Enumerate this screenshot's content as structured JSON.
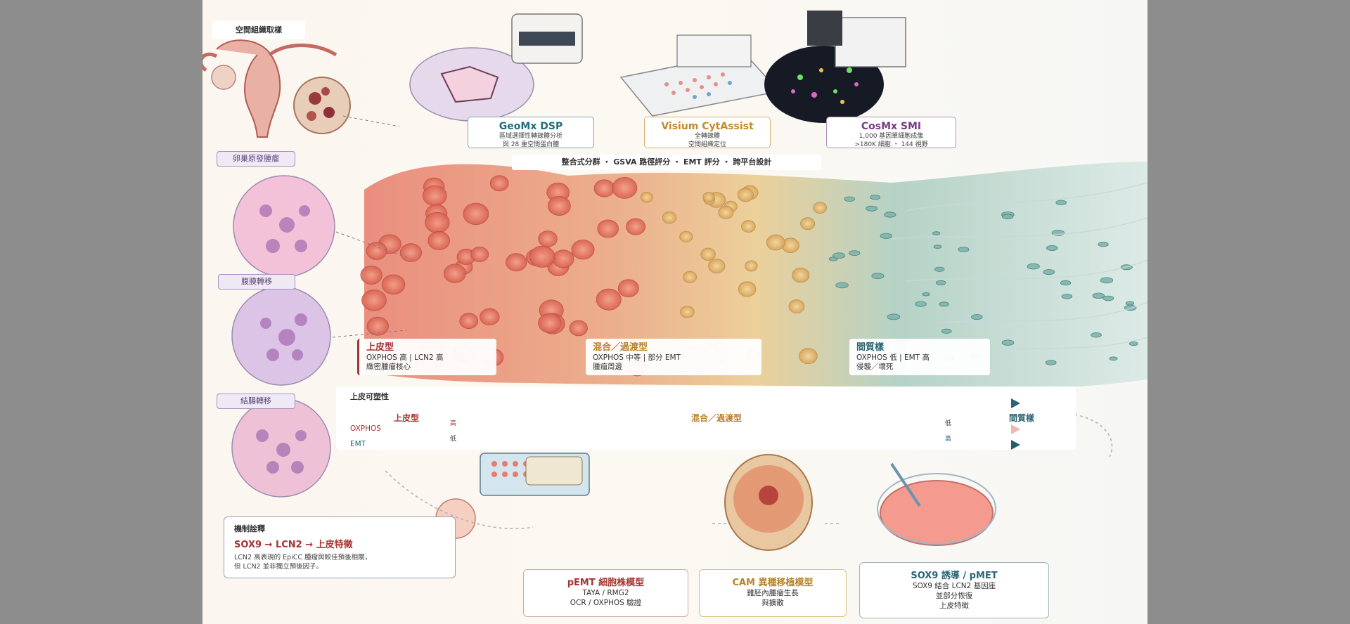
{
  "header_tag": "空間組織取樣",
  "tags": {
    "primary": "卵巢原發腫瘤",
    "peritoneal": "腹膜轉移",
    "colorectal": "結腸轉移"
  },
  "platforms": [
    {
      "name": "GeoMx DSP",
      "lines": [
        "區域選擇性轉錄體分析",
        "與 28 重空間蛋白體"
      ],
      "color": "#1f6e7a"
    },
    {
      "name": "Visium CytAssist",
      "lines": [
        "全轉錄體",
        "空間組織定位"
      ],
      "color": "#c58a2a"
    },
    {
      "name": "CosMx SMI",
      "lines": [
        "1,000 基因單細胞成像",
        ">180K 細胞 ・ 144 視野"
      ],
      "color": "#7a3a86"
    }
  ],
  "workflow_caption": "整合式分群 ・ GSVA 路徑評分 ・ EMT 評分 ・ 跨平台設計",
  "stages": [
    {
      "title": "上皮型",
      "line1": "OXPHOS 高 | LCN2 高",
      "line2": "緻密腫瘤核心",
      "color": "#a63232"
    },
    {
      "title": "混合／過渡型",
      "line1": "OXPHOS 中等 | 部分 EMT",
      "line2": "腫瘤周邊",
      "color": "#b9822a"
    },
    {
      "title": "間質樣",
      "line1": "OXPHOS 低 | EMT 高",
      "line2": "侵襲／壞死",
      "color": "#2b6472"
    }
  ],
  "axis": {
    "heading": "上皮可塑性",
    "left_label": "上皮型",
    "mid_label": "混合／過渡型",
    "right_label": "間質樣",
    "oxphos_label": "OXPHOS",
    "emt_label": "EMT",
    "oxphos_left": "高",
    "oxphos_right": "低",
    "emt_left": "低",
    "emt_right": "高"
  },
  "mechanism": {
    "heading": "機制詮釋",
    "pathway": "SOX9 → LCN2 → 上皮特徵",
    "line1": "LCN2 高表現的 EpiCC 腫瘤與較佳預後相關，",
    "line2": "但 LCN2 並非獨立預後因子。"
  },
  "models": [
    {
      "title": "pEMT 細胞株模型",
      "lines": [
        "TAYA / RMG2",
        "OCR / OXPHOS 驗證"
      ],
      "color": "#a63232"
    },
    {
      "title": "CAM 異種移植模型",
      "lines": [
        "雞胚內腫瘤生長",
        "與擴散"
      ],
      "color": "#b9822a"
    },
    {
      "title": "SOX9 誘導 / pMET",
      "lines": [
        "SOX9 結合 LCN2 基因座",
        "並部分恢復",
        "上皮特徵"
      ],
      "color": "#2b6472"
    }
  ],
  "colors": {
    "epithelial": "#a63232",
    "hybrid": "#c58a2a",
    "mesenchymal": "#2b6472",
    "lavender": "#a592bd"
  }
}
